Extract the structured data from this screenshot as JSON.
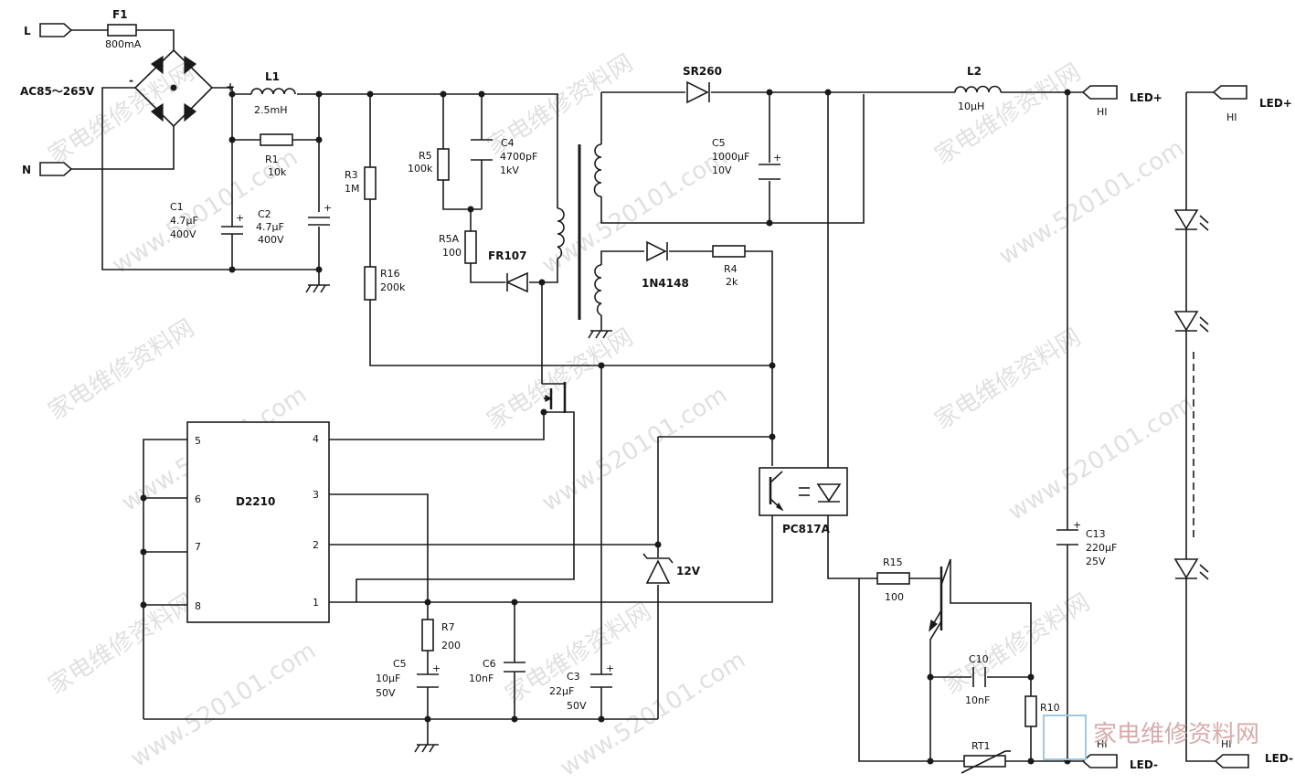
{
  "terminals": {
    "L": "L",
    "N": "N",
    "ac_range": "AC85～265V",
    "led_plus": "LED+",
    "led_minus": "LED-",
    "hi": "HI"
  },
  "components": {
    "F1": {
      "ref": "F1",
      "value": "800mA"
    },
    "L1": {
      "ref": "L1",
      "value": "2.5mH"
    },
    "R1": {
      "ref": "R1",
      "value": "10k"
    },
    "C1": {
      "ref": "C1",
      "value": "4.7μF",
      "voltage": "400V"
    },
    "C2": {
      "ref": "C2",
      "value": "4.7μF",
      "voltage": "400V"
    },
    "R3": {
      "ref": "R3",
      "value": "1M"
    },
    "R16": {
      "ref": "R16",
      "value": "200k"
    },
    "R5": {
      "ref": "R5",
      "value": "100k"
    },
    "C4": {
      "ref": "C4",
      "value": "4700pF",
      "voltage": "1kV"
    },
    "R5A": {
      "ref": "R5A",
      "value": "100"
    },
    "FR107": {
      "ref": "FR107"
    },
    "SR260": {
      "ref": "SR260"
    },
    "C5out": {
      "ref": "C5",
      "value": "1000μF",
      "voltage": "10V"
    },
    "L2": {
      "ref": "L2",
      "value": "10μH"
    },
    "D1N4148": {
      "ref": "1N4148"
    },
    "R4": {
      "ref": "R4",
      "value": "2k"
    },
    "IC": {
      "ref": "D2210"
    },
    "PC817": {
      "ref": "PC817A"
    },
    "Z12": {
      "value": "12V"
    },
    "R7": {
      "ref": "R7",
      "value": "200"
    },
    "C5in": {
      "ref": "C5",
      "value": "10μF",
      "voltage": "50V"
    },
    "C6": {
      "ref": "C6",
      "value": "10nF"
    },
    "C3": {
      "ref": "C3",
      "value": "22μF",
      "voltage": "50V"
    },
    "R15": {
      "ref": "R15",
      "value": "100"
    },
    "C10": {
      "ref": "C10",
      "value": "10nF"
    },
    "R10": {
      "ref": "R10"
    },
    "RT1": {
      "ref": "RT1"
    },
    "C13": {
      "ref": "C13",
      "value": "220μF",
      "voltage": "25V"
    }
  },
  "ic_pins": {
    "p1": "1",
    "p2": "2",
    "p3": "3",
    "p4": "4",
    "p5": "5",
    "p6": "6",
    "p7": "7",
    "p8": "8"
  },
  "polarity": {
    "minus": "-",
    "plus": "+"
  },
  "watermarks": {
    "text_cn": "家电维修资料网",
    "text_url": "www.520101.com",
    "logo_text": "家电维修资料网"
  }
}
